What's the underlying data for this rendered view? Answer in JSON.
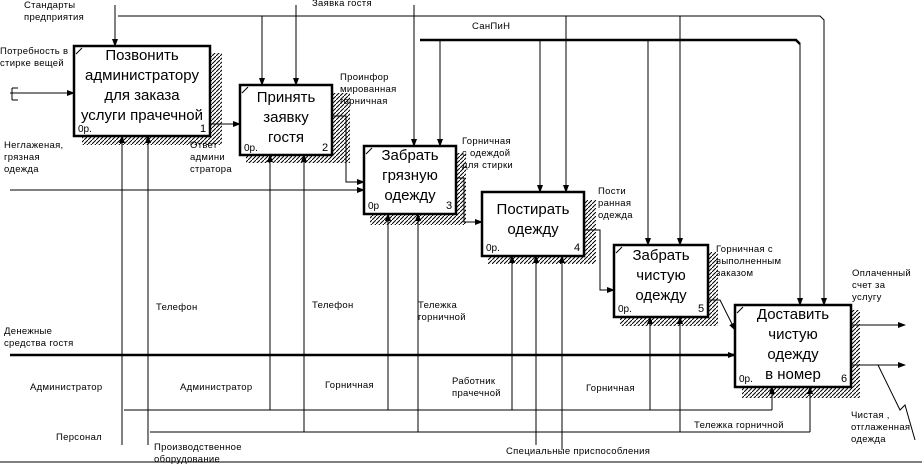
{
  "diagram": {
    "type": "IDEF0",
    "activities": [
      {
        "id": "1",
        "title_lines": [
          "Позвонить",
          "администратору",
          "для заказа",
          "услуги прачечной"
        ],
        "cost": "0р.",
        "number": "1"
      },
      {
        "id": "2",
        "title_lines": [
          "Принять",
          "заявку",
          "гостя"
        ],
        "cost": "0р.",
        "number": "2"
      },
      {
        "id": "3",
        "title_lines": [
          "Забрать",
          "грязную",
          "одежду"
        ],
        "cost": "0р",
        "number": "3"
      },
      {
        "id": "4",
        "title_lines": [
          "Постирать",
          "одежду"
        ],
        "cost": "0р.",
        "number": "4"
      },
      {
        "id": "5",
        "title_lines": [
          "Забрать",
          "чистую",
          "одежду"
        ],
        "cost": "0р.",
        "number": "5"
      },
      {
        "id": "6",
        "title_lines": [
          "Доставить",
          "чистую",
          "одежду",
          "в номер"
        ],
        "cost": "0р.",
        "number": "6"
      }
    ],
    "arrow_labels": {
      "standards": [
        "Стандарты",
        "предприятия"
      ],
      "request": [
        "Заявка гостя"
      ],
      "sanpin": [
        "СанПиН"
      ],
      "need": [
        "Потребность в",
        "стирке вещей"
      ],
      "dirty": [
        "Неглаженая,",
        "грязная",
        "одежда"
      ],
      "admin_answer": [
        "Ответ",
        "админи",
        "стратора"
      ],
      "informed_maid": [
        "Проинфор",
        "мированная",
        "горничная"
      ],
      "maid_with_clothes": [
        "Горничная",
        "с одеждой",
        "для стирки"
      ],
      "washed": [
        "Пости",
        "ранная",
        "одежда"
      ],
      "maid_order": [
        "Горничная с",
        "выполненным",
        "заказом"
      ],
      "paid_bill": [
        "Оплаченный",
        "счет за",
        "услугу"
      ],
      "clean_clothes": [
        "Чистая ,",
        "отглаженная",
        "одежда"
      ],
      "money": [
        "Денежные",
        "средства гостя"
      ],
      "phone1": [
        "Телефон"
      ],
      "phone2": [
        "Телефон"
      ],
      "cart1": [
        "Тележка",
        "горничной"
      ],
      "cart2": [
        "Тележка горничной"
      ],
      "admin1": [
        "Администратор"
      ],
      "admin2": [
        "Администратор"
      ],
      "maid1": [
        "Горничная"
      ],
      "maid2": [
        "Горничная"
      ],
      "laundry_worker": [
        "Работник",
        "прачечной"
      ],
      "personnel": [
        "Персонал"
      ],
      "equipment": [
        "Производственное",
        "оборудование"
      ],
      "special": [
        "Специальные приспособления"
      ]
    }
  }
}
